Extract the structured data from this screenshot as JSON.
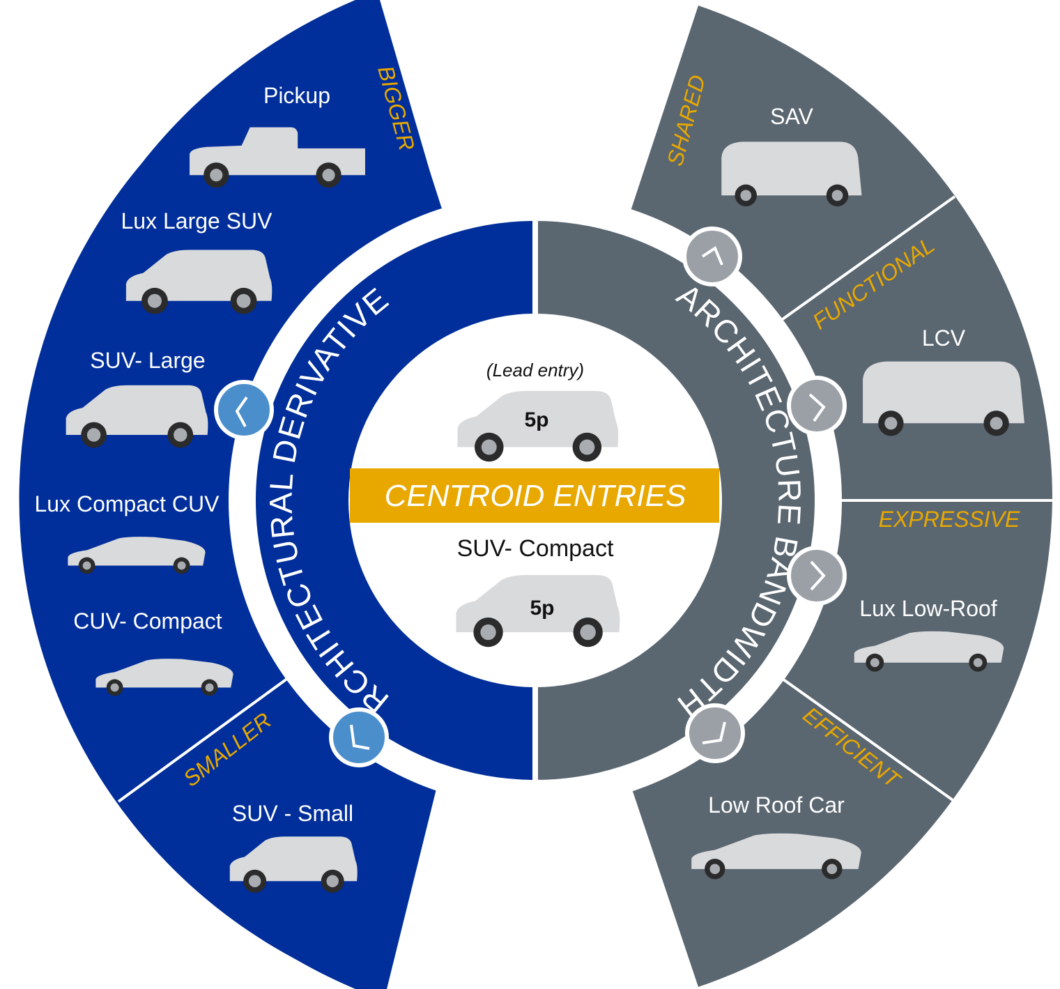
{
  "left": {
    "ring_label": "ARCHITECTURAL DERIVATIVES",
    "group_bigger": "BIGGER",
    "group_smaller": "SMALLER",
    "items": [
      "Pickup",
      "Lux Large SUV",
      "SUV- Large",
      "Lux Compact CUV",
      "CUV- Compact",
      "SUV - Small"
    ]
  },
  "right": {
    "ring_label": "ARCHITECTURE BANDWIDTH",
    "groups": [
      "SHARED",
      "FUNCTIONAL",
      "EXPRESSIVE",
      "EFFICIENT"
    ],
    "items": [
      "SAV",
      "LCV",
      "Lux Low-Roof",
      "Low Roof Car"
    ]
  },
  "center": {
    "lead_label": "(Lead entry)",
    "top_car_tag": "5p",
    "banner": "CENTROID ENTRIES",
    "bottom_label": "SUV- Compact",
    "bottom_car_tag": "5p"
  },
  "colors": {
    "left_band": "#002e9a",
    "right_band": "#5a6670",
    "accent": "#e8a800",
    "left_knob": "#4a8fcc",
    "right_knob": "#9aa0a6"
  },
  "icons": {
    "car": "car-silhouette-icon",
    "knob": "chevron-knob-icon"
  }
}
